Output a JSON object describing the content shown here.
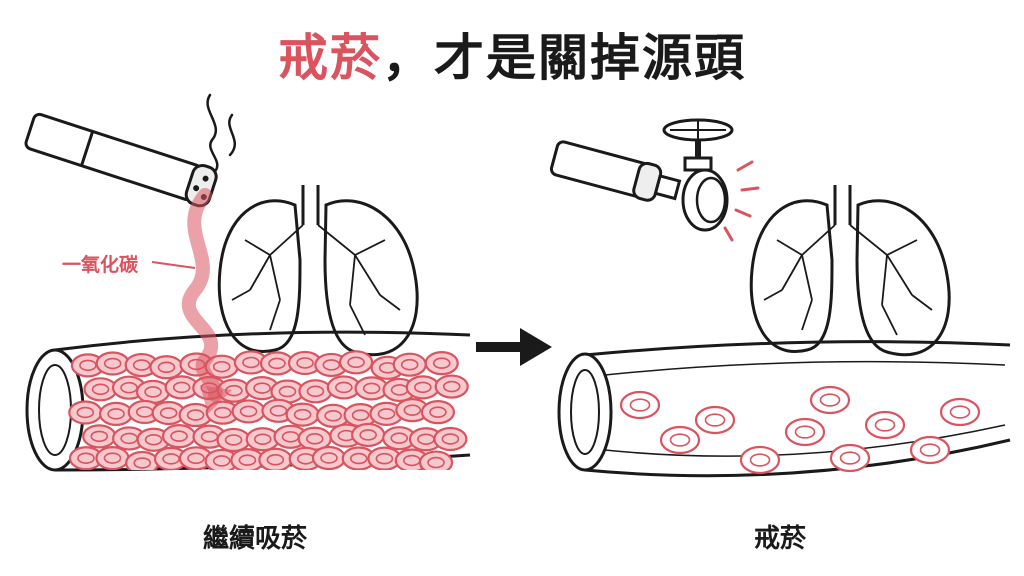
{
  "title": {
    "highlight": "戒菸",
    "rest": "，才是關掉源頭"
  },
  "left_panel": {
    "caption": "繼續吸菸",
    "annotation": "一氧化碳"
  },
  "right_panel": {
    "caption": "戒菸"
  },
  "colors": {
    "accent": "#d9545f",
    "ink": "#1a1a1a",
    "blood_fill": "#f6c9cf",
    "arrow_fill": "#f0a5ae"
  }
}
